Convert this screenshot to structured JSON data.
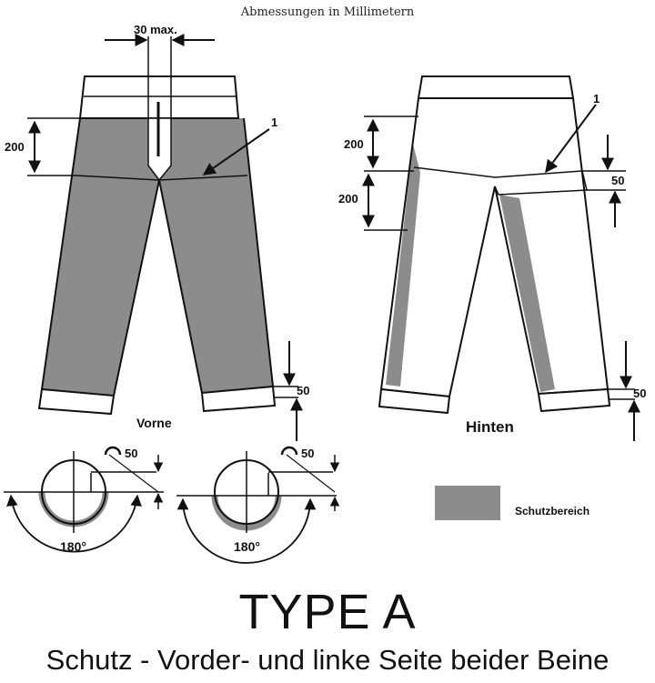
{
  "header_note": "Abmessungen in Millimetern",
  "labels": {
    "waist_max": "30 max.",
    "callout": "1",
    "dim_200": "200",
    "dim_50": "50",
    "angle": "180°",
    "front": "Vorne",
    "back": "Hinten",
    "legend": "Schutzbereich"
  },
  "title": "TYPE A",
  "caption": "Schutz - Vorder- und linke Seite beider Beine",
  "colors": {
    "protection": "#8c8c8c",
    "outline": "#111111"
  }
}
